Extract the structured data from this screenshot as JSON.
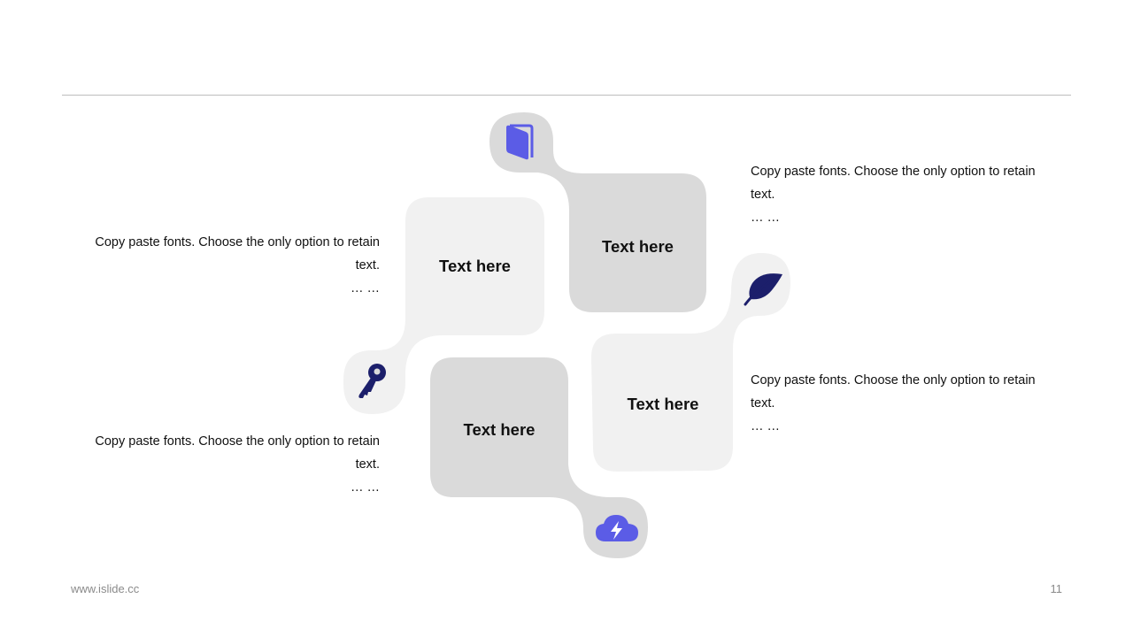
{
  "cards": [
    {
      "label": "Text here"
    },
    {
      "label": "Text here"
    },
    {
      "label": "Text here"
    },
    {
      "label": "Text here"
    }
  ],
  "descriptions": [
    {
      "line1": "Copy paste fonts. Choose the only option to retain",
      "line2": "text.",
      "line3": "… …"
    },
    {
      "line1": "Copy paste fonts. Choose the only option to retain",
      "line2": "text.",
      "line3": "… …"
    },
    {
      "line1": "Copy paste fonts. Choose the only option to retain",
      "line2": "text.",
      "line3": "… …"
    },
    {
      "line1": "Copy paste fonts. Choose the only option to retain",
      "line2": "text.",
      "line3": "… …"
    }
  ],
  "icons": [
    "book-icon",
    "leaf-icon",
    "key-icon",
    "cloud-lightning-icon"
  ],
  "colors": {
    "accent": "#5b5ce6",
    "dark": "#1c1f6b",
    "card_light": "#f1f1f1",
    "card_dark": "#dadada"
  },
  "footer": {
    "website": "www.islide.cc",
    "page_number": "11"
  }
}
